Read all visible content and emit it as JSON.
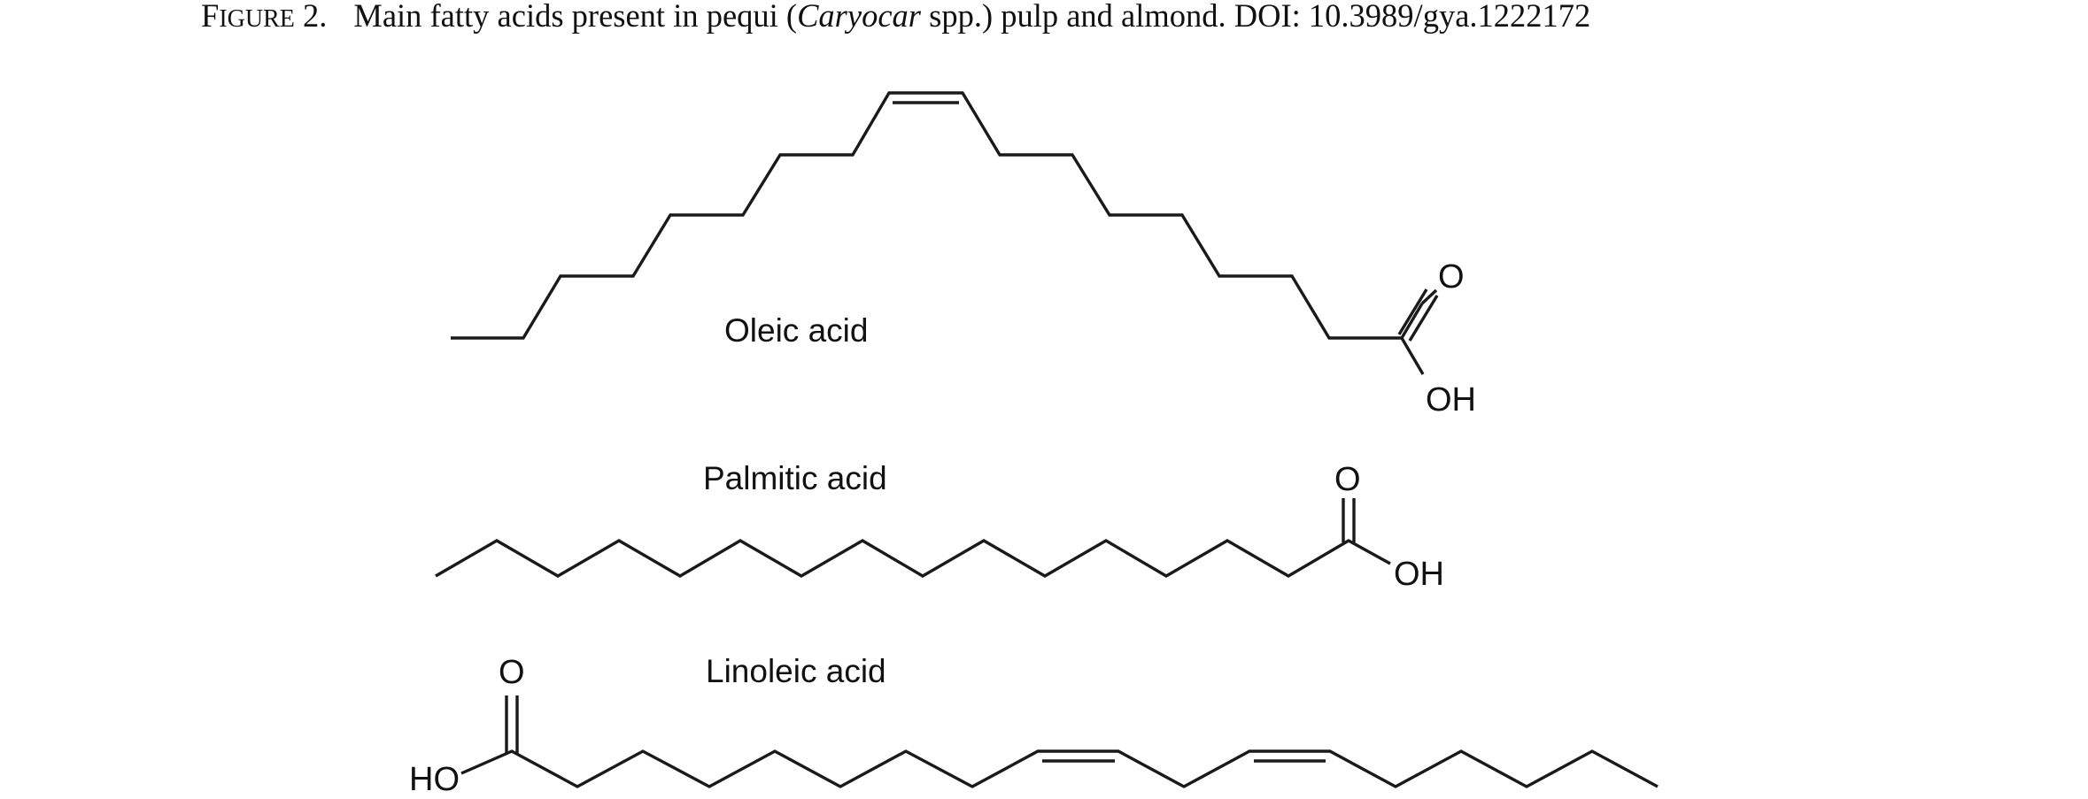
{
  "figure": {
    "caption_label_first": "F",
    "caption_label_rest": "IGURE",
    "caption_number": " 2.",
    "caption_text_before": "Main fatty acids present in pequi (",
    "caption_text_italic": "Caryocar",
    "caption_text_after": " spp.) pulp and almond.  DOI: 10.3989/gya.1222172"
  },
  "molecules": {
    "oleic": {
      "name": "Oleic acid",
      "carbonyl_o": "O",
      "hydroxyl": "OH"
    },
    "palmitic": {
      "name": "Palmitic acid",
      "carbonyl_o": "O",
      "hydroxyl": "OH"
    },
    "linoleic": {
      "name": "Linoleic acid",
      "carbonyl_o": "O",
      "hydroxyl": "HO"
    }
  }
}
